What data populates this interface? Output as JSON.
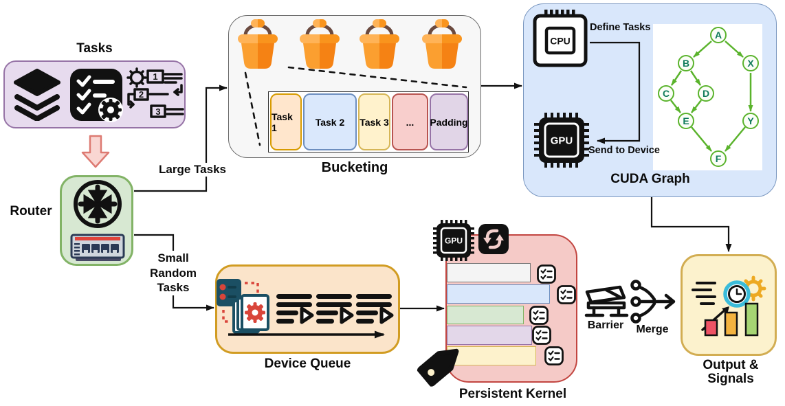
{
  "tasks_panel": {
    "title": "Tasks"
  },
  "router_panel": {
    "label": "Router"
  },
  "flow_labels": {
    "large_tasks": "Large Tasks",
    "small_random_tasks": [
      "Small",
      "Random",
      "Tasks"
    ]
  },
  "bucketing_panel": {
    "title": "Bucketing",
    "bucket_count": 4,
    "segments": [
      {
        "label": "Task 1",
        "fill": "#FFE6CC",
        "stroke": "#D79B00"
      },
      {
        "label": "Task 2",
        "fill": "#DAE8FC",
        "stroke": "#6C8EBF"
      },
      {
        "label": "Task 3",
        "fill": "#FFF2CC",
        "stroke": "#D6B656"
      },
      {
        "label": "...",
        "fill": "#F8CECC",
        "stroke": "#B85450"
      },
      {
        "label": "Padding",
        "fill": "#E1D5E7",
        "stroke": "#9673A6"
      }
    ]
  },
  "cuda_panel": {
    "title": "CUDA Graph",
    "cpu_chip_label": "CPU",
    "gpu_chip_label": "GPU",
    "define_tasks_label": "Define Tasks",
    "send_to_device_label": "Send to Device",
    "dag": {
      "nodes": [
        "A",
        "B",
        "X",
        "C",
        "D",
        "E",
        "Y",
        "F"
      ],
      "edges": [
        [
          "A",
          "B"
        ],
        [
          "A",
          "X"
        ],
        [
          "B",
          "C"
        ],
        [
          "B",
          "D"
        ],
        [
          "C",
          "E"
        ],
        [
          "D",
          "E"
        ],
        [
          "X",
          "Y"
        ],
        [
          "E",
          "F"
        ],
        [
          "Y",
          "F"
        ]
      ]
    }
  },
  "device_queue_panel": {
    "title": "Device Queue"
  },
  "persistent_kernel_panel": {
    "title": "Persistent Kernel",
    "gpu_chip_label": "GPU",
    "bar_colors": [
      "#F5F5F5",
      "#DAE8FC",
      "#D5E8D4",
      "#E1D5E7",
      "#FFF2CC"
    ]
  },
  "barrier": {
    "label": "Barrier"
  },
  "merge": {
    "label": "Merge"
  },
  "output_panel": {
    "title_lines": [
      "Output &",
      "Signals"
    ]
  },
  "colors": {
    "tasks_fill": "#E7DBEE",
    "tasks_stroke": "#9673A6",
    "router_fill": "#D7E8D2",
    "router_stroke": "#82B366",
    "bucketing_fill": "#F7F7F7",
    "cuda_fill": "#D9E7FB",
    "cuda_stroke": "#6C8EBF",
    "device_queue_fill": "#FBE4CA",
    "device_queue_stroke": "#D79B00",
    "persistent_kernel_fill": "#F5CAC7",
    "persistent_kernel_stroke": "#C24540",
    "output_fill": "#FCF2CD",
    "output_stroke": "#D6B656",
    "dag_green": "#5AB32C",
    "dag_text": "#0F7B5B",
    "bucket_orange": "#F78C1F",
    "flow_arrow_pink": "#F9D6D2"
  }
}
